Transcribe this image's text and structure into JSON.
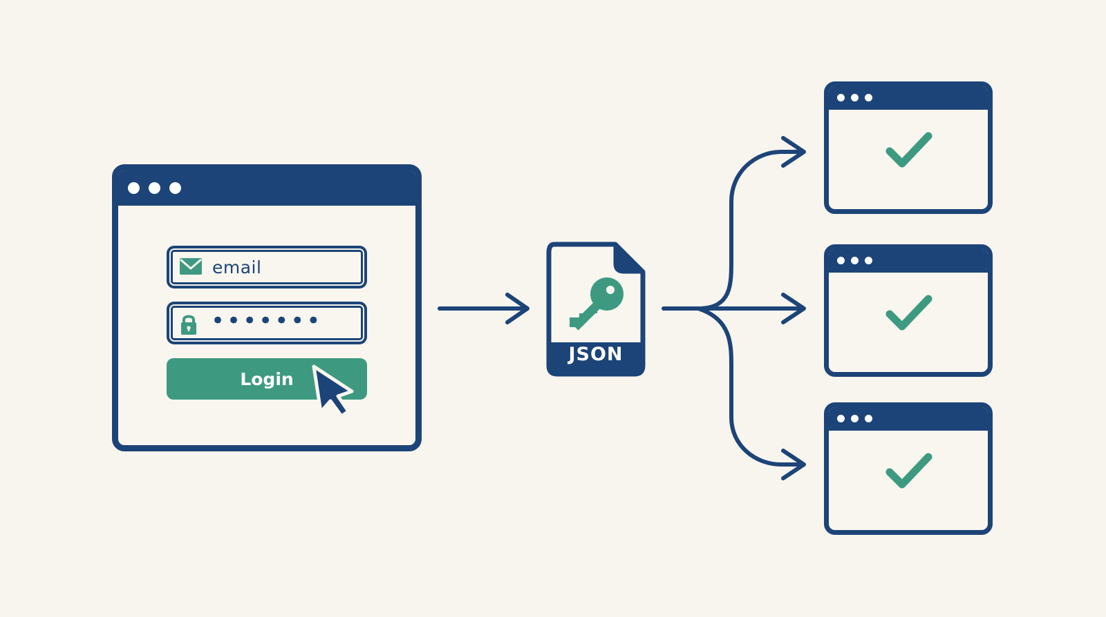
{
  "login_form": {
    "email_label": "email",
    "password_mask": "•••••••",
    "login_label": "Login"
  },
  "file": {
    "label": "JSON"
  },
  "colors": {
    "navy": "#1c4478",
    "green": "#3d9a80",
    "background": "#f8f5ee"
  },
  "icons": [
    "mail-icon",
    "lock-icon",
    "mouse-cursor-icon",
    "key-icon",
    "checkmark-icon"
  ]
}
